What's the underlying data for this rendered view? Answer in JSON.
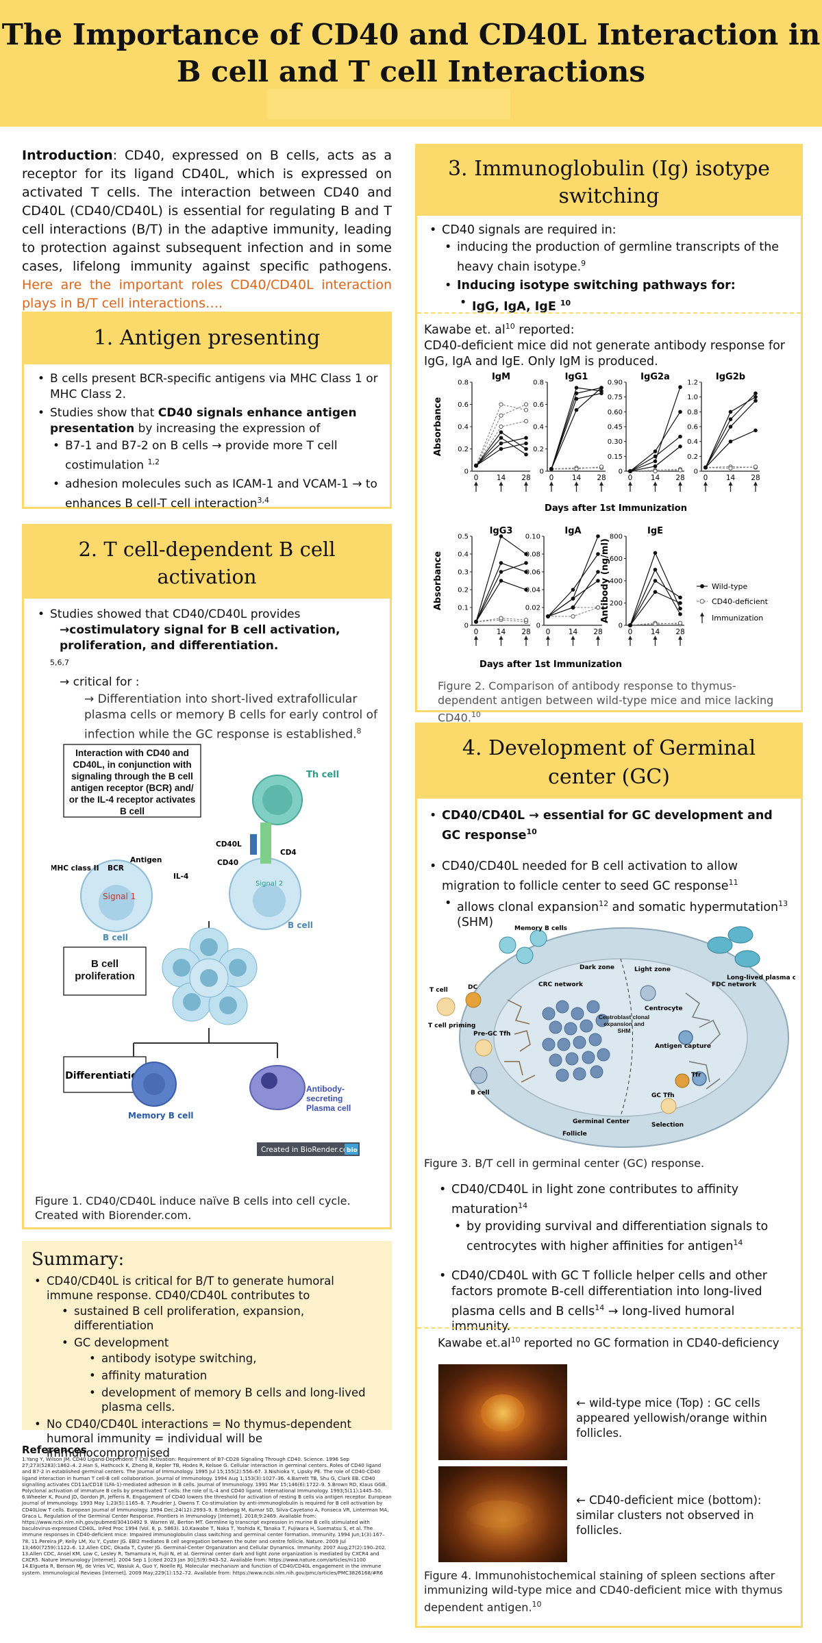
{
  "title": {
    "line1": "The Importance of  CD40 and CD40L Interaction in",
    "line2": "B cell and T cell Interactions"
  },
  "intro": {
    "lead": "Introduction",
    "text": ": CD40, expressed on B cells, acts as a receptor for its ligand CD40L, which is expressed on activated T cells. The interaction between CD40 and CD40L (CD40/CD40L) is essential for regulating B and T cell interactions (B/T) in the adaptive immunity, leading to protection against subsequent infection and in some cases, lifelong immunity against specific pathogens.",
    "highlight": "Here are the important roles CD40/CD40L interaction plays in B/T cell interactions…."
  },
  "section1": {
    "heading": "1. Antigen presenting",
    "b1": "B cells present BCR-specific antigens via MHC Class 1 or MHC Class 2.",
    "b2_pre": "Studies show that ",
    "b2_bold": "CD40 signals enhance antigen presentation",
    "b2_post": " by increasing the expression of",
    "b2a": "B7-1 and B7-2 on B cells → provide more T cell costimulation",
    "b2a_sup": "1,2",
    "b2b": "adhesion molecules such as ICAM-1 and VCAM-1 → to enhances B cell-T cell interaction",
    "b2b_sup": "3,4"
  },
  "section2": {
    "heading": "2.  T cell-dependent B cell activation",
    "b1": "Studies showed that CD40/CD40L provides",
    "b1_bold": "→costimulatory signal for B cell activation, proliferation, and differentiation.",
    "b1_sup": " 5,6,7",
    "critical": "→ critical for :",
    "diff": "→ Differentiation into short-lived extrafollicular plasma cells or memory B cells for early control of infection while the GC response is established.",
    "diff_sup": "8",
    "fig_box": "Interaction with CD40 and CD40L, in conjunction with signaling through the B cell antigen receptor (BCR) and/ or the IL-4 receptor activates B cell",
    "th_cell": "Th cell",
    "b_cell_left": "B cell",
    "b_cell_right": "B cell",
    "mhc": "MHC class II",
    "bcr": "BCR",
    "antigen": "Antigen",
    "signal1": "Signal 1",
    "signal2": "Signal 2",
    "il4": "IL-4",
    "cd40l": "CD40L",
    "cd40": "CD40",
    "cd4": "CD4",
    "prolif_box": "B cell proliferation",
    "diff_box": "Differentiation",
    "memory": "Memory B cell",
    "plasma": "Antibody-secreting Plasma cell",
    "biorender": "Created in BioRender.com",
    "bio": "bio",
    "caption": "Figure 1. CD40/CD40L induce naïve B cells into cell cycle. Created with Biorender.com."
  },
  "summary": {
    "heading": "Summary:",
    "b1": "CD40/CD40L is critical for B/T to generate humoral immune response. CD40/CD40L contributes to",
    "b1a": "sustained B cell proliferation, expansion, differentiation",
    "b1b": "GC development",
    "b1b1": "antibody isotype switching,",
    "b1b2": "affinity maturation",
    "b1b3": "development of memory B cells and long-lived plasma cells.",
    "b2": "No CD40/CD40L interactions = No thymus-dependent humoral immunity = individual will be immunocompromised"
  },
  "references": {
    "heading": "References",
    "text": "1.Yang Y, Wilson JM. CD40 Ligand-Dependent T Cell Activation: Requirement of B7-CD28 Signaling Through CD40. Science. 1996 Sep 27;273(5283):1862–4. 2.Han S, Hathcock K, Zheng B, Kepler TB, Hodes R, Kelsoe G. Cellular interaction in germinal centers. Roles of CD40 ligand and B7-2 in established germinal centers. The Journal of Immunology. 1995 Jul 15;155(2):556–67. 3.Nishioka Y, Lipsky PE. The role of CD40-CD40 ligand interaction in human T cell-B cell collaboration. Journal of Immunology. 1994 Aug 1;153(3):1027–36. 4.Barrett TB, Shu G, Clark EB. CD40 signalling activates CD11a/CD18 (LFA-1)-mediated adhesion in B cells. Journal of Immunology. 1991 Mar 15;146(6):1722–9. 5.Brown RD, Klaus GGB. Polyclonal activation of immature B cells by preactivated T cells: the role of IL-4 and CD40 ligand. International Immunology. 1993;5(11):1445–50. 6.Wheeler K, Pound JD, Gordon JR, Jefferis R. Engagement of CD40 lowers the threshold for activation of resting B cells via antigen receptor. European Journal of Immunology. 1993 May 1;23(5):1165–8. 7.Poudrier J, Owens T. Co-stimulation by anti-immunoglobulin is required for B cell activation by CD40Llow T cells. European Journal of Immunology. 1994 Dec;24(12):2993–9. 8.Stebegg M, Kumar SD, Silva-Cayetano A, Fonseca VR, Linterman MA, Graca L. Regulation of the Germinal Center Response. Frontiers in Immunology [Internet]. 2018;9:2469. Available from: https://www.ncbi.nlm.nih.gov/pubmed/30410492 9. Warren W, Berton MT. Germline Ig transcript expression in murine B cells stimulated with baculovirus-expressed CD40L. InFed Proc 1994 (Vol. 8, p. 5863). 10.Kawabe T, Naka T, Yoshida K, Tanaka T, Fujiwara H, Suematsu S, et al. The immune responses in CD40-deficient mice: Impaired immunoglobulin class switching and germinal center formation. Immunity. 1994 Jun;1(3):167–78. 11.Pereira JP, Kelly LM, Xu Y, Cyster JG. EBI2 mediates B cell segregation between the outer and centre follicle. Nature. 2009 Jul 13;460(7259):1122–6. 12.Allen CDC, Okada T, Cyster JG. Germinal-Center Organization and Cellular Dynamics. Immunity. 2007 Aug;27(2):190–202. 13.Allen CDC, Ansel KM, Low C, Lesley R, Tamamura H, Fujii N, et al. Germinal center dark and light zone organization is mediated by CXCR4 and CXCR5. Nature Immunology [Internet]. 2004 Sep 1 [cited 2023 Jan 30];5(9):943–52. Available from: https://www.nature.com/articles/ni1100 14.Elgueta R, Benson MJ, de Vries VC, Wasiuk A, Guo Y, Noelle RJ. Molecular mechanism and function of CD40/CD40L engagement in the immune system. Immunological Reviews [Internet]. 2009 May;229(1):152–72. Available from: https://www.ncbi.nlm.nih.gov/pmc/articles/PMC3826168/#R6"
  },
  "section3": {
    "heading": "3. Immunoglobulin (Ig) isotype switching",
    "b1": "CD40 signals are required in:",
    "b1a": "inducing the production of germline transcripts of the heavy chain isotype.",
    "b1a_sup": "9",
    "b1b": "Inducing isotype switching pathways for:",
    "b1b1": "IgG, IgA, IgE ",
    "b1b1_sup": "10",
    "kawabe_pre": "Kawabe et. al",
    "kawabe_sup": "10",
    "kawabe_post": " reported:",
    "kawabe_text": "CD40-deficient mice did not generate antibody response for IgG, IgA and IgE.  Only IgM is produced.",
    "caption": "Figure 2. Comparison of antibody response to thymus-dependent antigen between wild-type mice and mice lacking CD40.",
    "caption_sup": "10"
  },
  "chart_data": {
    "type": "line",
    "xlabel_top": "Days after 1st Immunization",
    "xlabel_bottom": "Days   after   1st   Immunization",
    "ylabel_top": "Absorbance",
    "ylabel_bottom_left": "Absorbance",
    "ylabel_bottom_right": "Antibody (ng/ml)",
    "x_ticks": [
      "0",
      "14",
      "28"
    ],
    "legend": [
      "Wild-type",
      "CD40-deficient",
      "Immunization"
    ],
    "panels": [
      {
        "name": "IgM",
        "ylim": [
          0,
          0.8
        ],
        "yticks": [
          "0",
          "0.2",
          "0.4",
          "0.6",
          "0.8"
        ],
        "wild_type": [
          [
            0.05,
            0.25,
            0.3
          ],
          [
            0.05,
            0.3,
            0.15
          ],
          [
            0.05,
            0.2,
            0.25
          ],
          [
            0.05,
            0.35,
            0.2
          ]
        ],
        "cd40_deficient": [
          [
            0.05,
            0.6,
            0.55
          ],
          [
            0.05,
            0.5,
            0.6
          ],
          [
            0.05,
            0.4,
            0.45
          ]
        ]
      },
      {
        "name": "IgG1",
        "ylim": [
          0,
          0.8
        ],
        "yticks": [
          "0",
          "0.2",
          "0.4",
          "0.6",
          "0.8"
        ],
        "wild_type": [
          [
            0.02,
            0.7,
            0.75
          ],
          [
            0.02,
            0.75,
            0.72
          ],
          [
            0.02,
            0.65,
            0.7
          ],
          [
            0.02,
            0.55,
            0.75
          ]
        ],
        "cd40_deficient": [
          [
            0.02,
            0.03,
            0.03
          ],
          [
            0.02,
            0.02,
            0.04
          ]
        ]
      },
      {
        "name": "IgG2a",
        "ylim": [
          0,
          0.9
        ],
        "yticks": [
          "0",
          "0.15",
          "0.30",
          "0.45",
          "0.60",
          "0.75",
          "0.90"
        ],
        "wild_type": [
          [
            0.0,
            0.1,
            0.85
          ],
          [
            0.0,
            0.2,
            0.6
          ],
          [
            0.0,
            0.15,
            0.35
          ],
          [
            0.0,
            0.05,
            0.25
          ]
        ],
        "cd40_deficient": [
          [
            0.0,
            0.01,
            0.02
          ],
          [
            0.0,
            0.0,
            0.01
          ]
        ]
      },
      {
        "name": "IgG2b",
        "ylim": [
          0,
          1.2
        ],
        "yticks": [
          "0",
          "0.2",
          "0.4",
          "0.6",
          "0.8",
          "1.0",
          "1.2"
        ],
        "wild_type": [
          [
            0.05,
            0.7,
            1.05
          ],
          [
            0.05,
            0.6,
            0.95
          ],
          [
            0.05,
            0.4,
            0.55
          ],
          [
            0.05,
            0.8,
            1.0
          ]
        ],
        "cd40_deficient": [
          [
            0.05,
            0.06,
            0.05
          ],
          [
            0.05,
            0.04,
            0.06
          ]
        ]
      },
      {
        "name": "IgG3",
        "ylim": [
          0,
          0.5
        ],
        "yticks": [
          "0",
          "0.1",
          "0.2",
          "0.3",
          "0.4",
          "0.5"
        ],
        "wild_type": [
          [
            0.02,
            0.5,
            0.4
          ],
          [
            0.02,
            0.35,
            0.3
          ],
          [
            0.02,
            0.25,
            0.2
          ],
          [
            0.02,
            0.3,
            0.35
          ]
        ],
        "cd40_deficient": [
          [
            0.02,
            0.03,
            0.02
          ],
          [
            0.02,
            0.04,
            0.03
          ]
        ]
      },
      {
        "name": "IgA",
        "ylim": [
          0,
          0.1
        ],
        "yticks": [
          "0",
          "0.02",
          "0.04",
          "0.06",
          "0.08",
          "0.10"
        ],
        "wild_type": [
          [
            0.01,
            0.03,
            0.1
          ],
          [
            0.01,
            0.04,
            0.08
          ],
          [
            0.01,
            0.02,
            0.06
          ],
          [
            0.01,
            0.03,
            0.05
          ]
        ],
        "cd40_deficient": [
          [
            0.01,
            0.02,
            0.02
          ],
          [
            0.01,
            0.01,
            0.02
          ]
        ]
      },
      {
        "name": "IgE",
        "ylim": [
          0,
          800
        ],
        "yticks": [
          "0",
          "200",
          "400",
          "600",
          "800"
        ],
        "wild_type": [
          [
            0,
            650,
            150
          ],
          [
            0,
            400,
            250
          ],
          [
            0,
            300,
            200
          ],
          [
            0,
            500,
            100
          ]
        ],
        "cd40_deficient": [
          [
            0,
            20,
            10
          ],
          [
            0,
            10,
            20
          ]
        ]
      }
    ]
  },
  "section4": {
    "heading": "4. Development of Germinal center (GC)",
    "b1": "CD40/CD40L → essential for GC development and GC response",
    "b1_sup": "10",
    "b2": "CD40/CD40L needed for B cell activation to allow migration to follicle center to seed GC response",
    "b2_sup": "11",
    "b2a_1": "allows clonal expansion",
    "b2a_sup1": "12",
    "b2a_2": " and somatic hypermutation",
    "b2a_sup2": "13",
    "b2a_3": " (SHM)",
    "gc_labels": {
      "memory": "Memory B cells",
      "long_lived": "Long-lived plasma cells",
      "tcell": "T cell",
      "dc": "DC",
      "priming": "T cell priming",
      "pre_gc": "Pre-GC Tfh",
      "bcell": "B cell",
      "crc": "CRC network",
      "dark": "Dark zone",
      "light": "Light zone",
      "centrocyte": "Centrocyte",
      "fdc": "FDC network",
      "centroblast": "Centroblast clonal expansion and SHM",
      "antigen": "Antigen capture",
      "tfr": "Tfr",
      "gctfh": "GC Tfh",
      "selection": "Selection",
      "germinal": "Germinal Center",
      "follicle": "Follicle"
    },
    "caption3": "Figure 3. B/T cell in germinal center (GC) response.",
    "b3": "CD40/CD40L in light zone contributes to affinity maturation",
    "b3_sup": "14",
    "b3a": "by providing survival and differentiation signals to centrocytes with higher affinities for antigen",
    "b3a_sup": "14",
    "b4": "CD40/CD40L with GC T follicle helper cells and other factors promote B-cell differentiation into long-lived plasma cells and B cells",
    "b4_sup": "14",
    "b4_post": " →  long-lived humoral immunity.",
    "kawabe_pre": "Kawabe et.al",
    "kawabe_sup": "10",
    "kawabe_post": " reported no GC formation in CD40-deficiency",
    "wt_text": "← wild-type mice (Top) : GC cells appeared yellowish/orange within follicles.",
    "ko_text": "← CD40-deficient mice (bottom): similar clusters not observed in follicles.",
    "caption4": "Figure 4. Immunohistochemical staining of spleen sections after immunizing wild-type mice and CD40-deficient mice with thymus dependent antigen.",
    "caption4_sup": "10"
  },
  "colors": {
    "banner": "#fbd96a",
    "accent_orange": "#d9661a",
    "summary_bg": "#fdf1cc"
  }
}
